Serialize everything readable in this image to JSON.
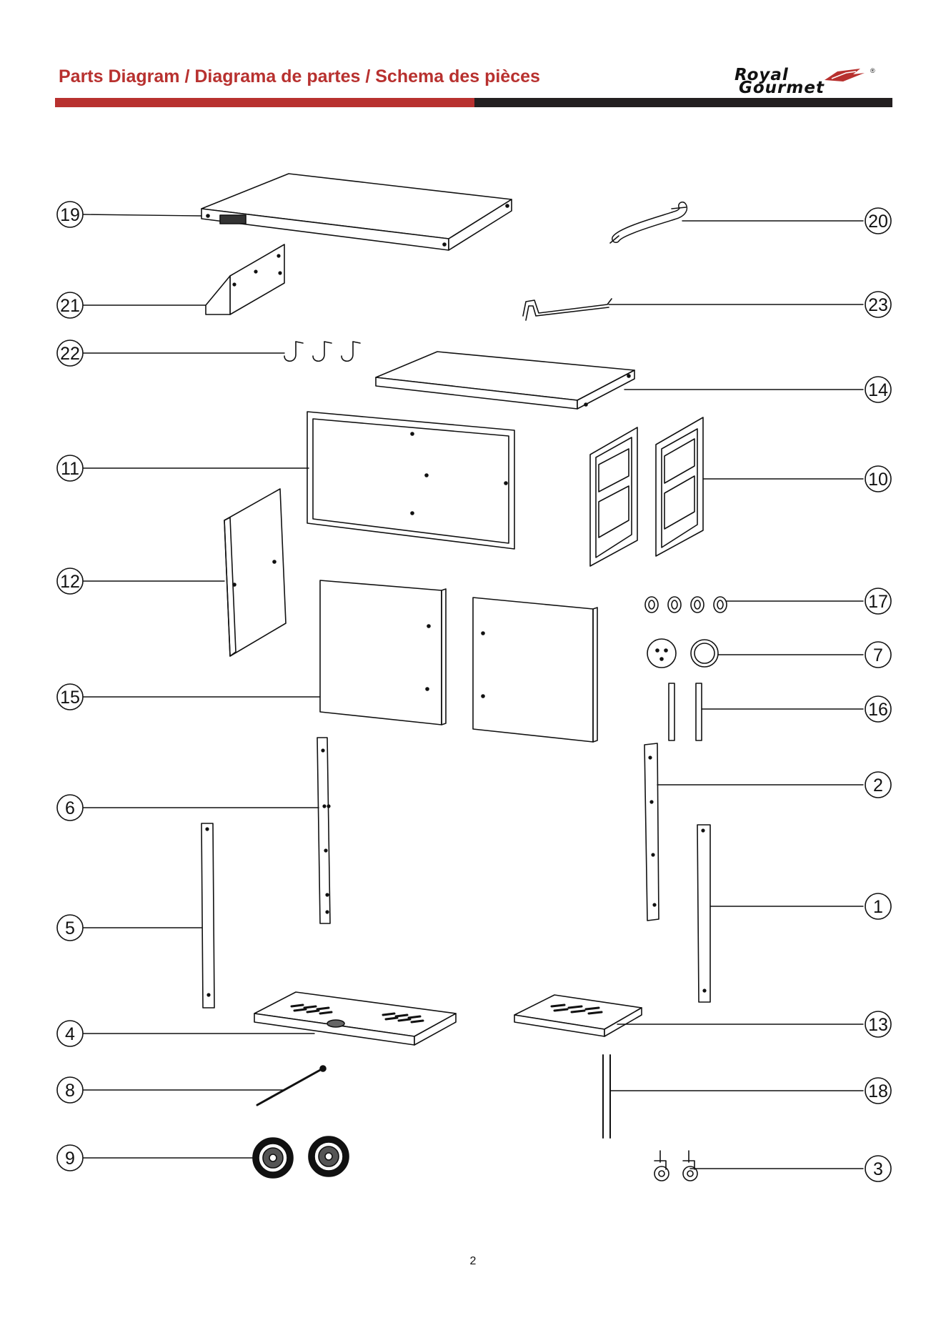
{
  "header": {
    "title": "Parts Diagram / Diagrama de partes / Schema des pièces",
    "brand_line1": "Royal",
    "brand_line2": "Gourmet",
    "registered_mark": "®"
  },
  "colors": {
    "accent_red": "#b8312f",
    "bar_black": "#231f20"
  },
  "page_number": "2",
  "callouts": [
    {
      "id": "19",
      "side": "left"
    },
    {
      "id": "20",
      "side": "right"
    },
    {
      "id": "21",
      "side": "left"
    },
    {
      "id": "23",
      "side": "right"
    },
    {
      "id": "22",
      "side": "left"
    },
    {
      "id": "14",
      "side": "right"
    },
    {
      "id": "11",
      "side": "left"
    },
    {
      "id": "10",
      "side": "right"
    },
    {
      "id": "12",
      "side": "left"
    },
    {
      "id": "17",
      "side": "right"
    },
    {
      "id": "7",
      "side": "right"
    },
    {
      "id": "15",
      "side": "left"
    },
    {
      "id": "16",
      "side": "right"
    },
    {
      "id": "2",
      "side": "right"
    },
    {
      "id": "6",
      "side": "left"
    },
    {
      "id": "1",
      "side": "right"
    },
    {
      "id": "5",
      "side": "left"
    },
    {
      "id": "13",
      "side": "right"
    },
    {
      "id": "4",
      "side": "left"
    },
    {
      "id": "8",
      "side": "left"
    },
    {
      "id": "18",
      "side": "right"
    },
    {
      "id": "9",
      "side": "left"
    },
    {
      "id": "3",
      "side": "right"
    }
  ]
}
